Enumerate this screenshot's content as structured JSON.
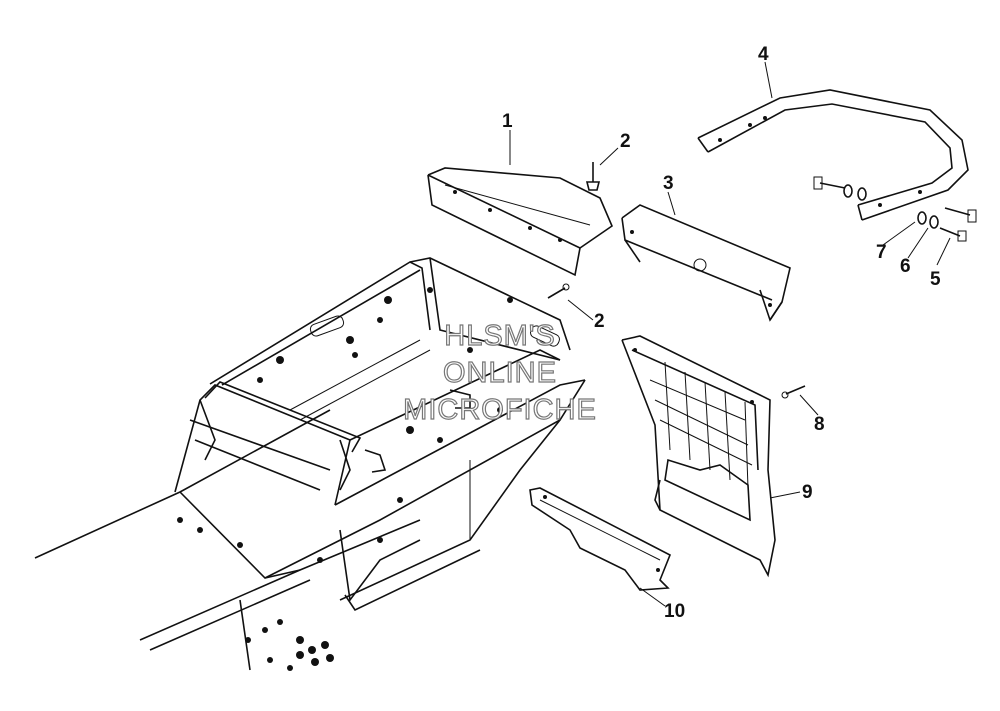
{
  "callouts": [
    {
      "label": "1"
    },
    {
      "label": "2"
    },
    {
      "label": "2"
    },
    {
      "label": "3"
    },
    {
      "label": "4"
    },
    {
      "label": "5"
    },
    {
      "label": "6"
    },
    {
      "label": "7"
    },
    {
      "label": "8"
    },
    {
      "label": "9"
    },
    {
      "label": "10"
    }
  ],
  "watermark": {
    "line1": "HLSM'S",
    "line2": "ONLINE",
    "line3": "MICROFICHE"
  },
  "colors": {
    "ink": "#111111",
    "watermark_outline": "#777777",
    "background": "#ffffff"
  }
}
